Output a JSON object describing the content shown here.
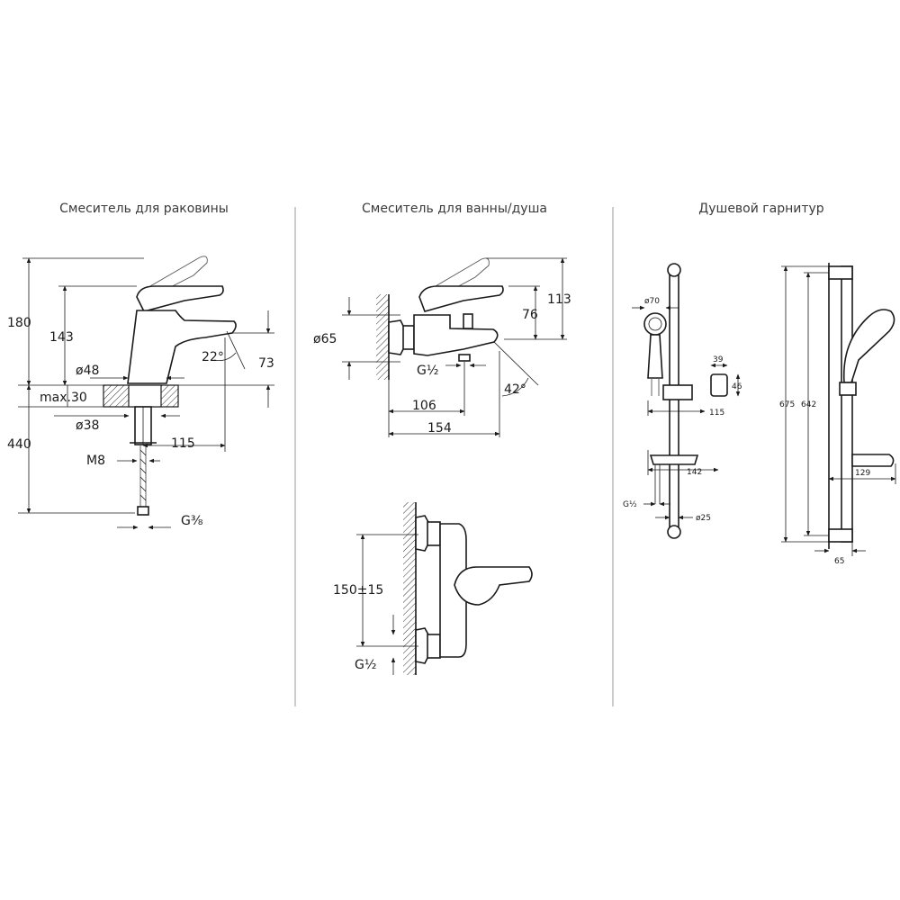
{
  "titles": {
    "basin": "Смеситель для раковины",
    "bath": "Смеситель для ванны/душа",
    "shower": "Душевой гарнитур"
  },
  "basin_dims": {
    "total_height": "180",
    "spout_height": "143",
    "spout_clearance": "73",
    "angle": "22°",
    "body_diameter": "ø48",
    "max_thickness": "max.30",
    "hole_diameter": "ø38",
    "hose_length": "440",
    "reach": "115",
    "thread": "M8",
    "connection": "G⅜"
  },
  "bath_dims": {
    "height_upper": "113",
    "height_lower": "76",
    "flange_diameter": "ø65",
    "connection": "G½",
    "spout_angle": "42°",
    "center_depth": "106",
    "total_depth": "154",
    "center_distance": "150±15",
    "connection_lower": "G½"
  },
  "shower_dims": {
    "head_diameter": "ø70",
    "holder_width": "39",
    "holder_height": "46",
    "slider_reach": "115",
    "soap_reach": "142",
    "connection": "G½",
    "rail_diameter": "ø25",
    "total_length": "675",
    "fixing_distance": "642",
    "soap_reach_side": "129",
    "wall_offset": "65"
  }
}
